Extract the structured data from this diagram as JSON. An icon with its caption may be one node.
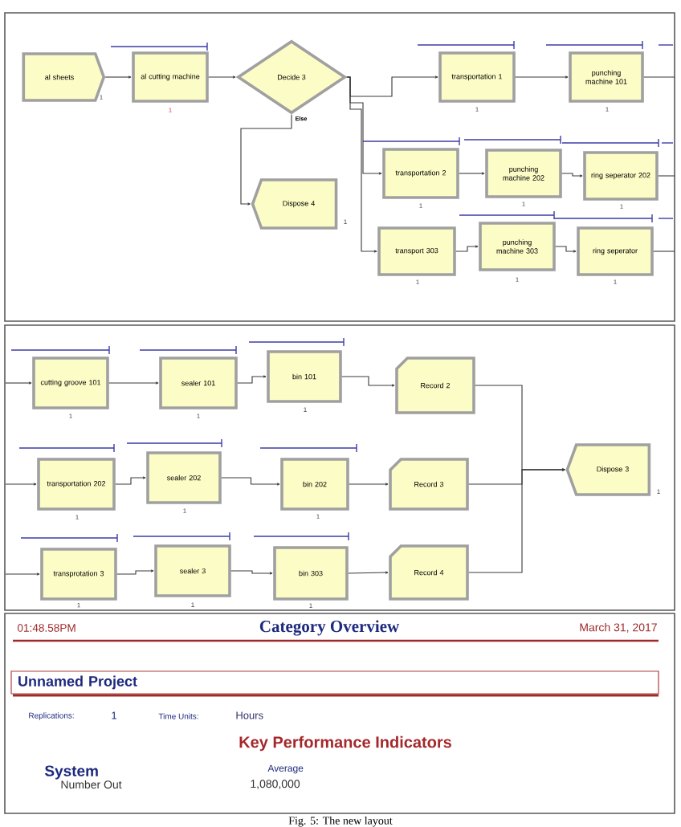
{
  "diagram": {
    "caption": "Fig. 5: The new layout",
    "nodes": [
      {
        "text": [
          "al sheets"
        ],
        "beside": [
          "1"
        ]
      },
      {
        "text": [
          "al cutting machine"
        ],
        "beside": [
          "1"
        ]
      },
      {
        "text": [
          "Decide 3"
        ]
      },
      {
        "text": [
          "transportation 1"
        ],
        "beside": [
          "1"
        ]
      },
      {
        "text": [
          "punching machine 101"
        ],
        "beside": [
          "1"
        ]
      },
      {
        "text": [
          "Dispose 4"
        ],
        "beside": [
          "1"
        ]
      },
      {
        "text": [
          "transportation 2"
        ],
        "beside": [
          "1"
        ]
      },
      {
        "text": [
          "punching machine 202"
        ],
        "beside": [
          "1"
        ]
      },
      {
        "text": [
          "ring seperator 202"
        ],
        "beside": [
          "1"
        ]
      },
      {
        "text": [
          "transport 303"
        ],
        "beside": [
          "1"
        ]
      },
      {
        "text": [
          "punching machine 303"
        ],
        "beside": [
          "1"
        ]
      },
      {
        "text": [
          "ring seperator"
        ],
        "beside": [
          "1"
        ]
      },
      {
        "text": [
          "cutting groove 101"
        ],
        "beside": [
          "1"
        ]
      },
      {
        "text": [
          "sealer 101"
        ],
        "beside": [
          "1"
        ]
      },
      {
        "text": [
          "bin 101"
        ],
        "beside": [
          "1"
        ]
      },
      {
        "text": [
          "Record 2"
        ]
      },
      {
        "text": [
          "transportation 202"
        ],
        "beside": [
          "1"
        ]
      },
      {
        "text": [
          "sealer 202"
        ],
        "beside": [
          "1"
        ]
      },
      {
        "text": [
          "bin 202"
        ],
        "beside": [
          "1"
        ]
      },
      {
        "text": [
          "Record 3"
        ]
      },
      {
        "text": [
          "Dispose 3"
        ],
        "beside": [
          "1"
        ]
      },
      {
        "text": [
          "transprotation 3"
        ],
        "beside": [
          "1"
        ]
      },
      {
        "text": [
          "sealer 3"
        ],
        "beside": [
          "1"
        ]
      },
      {
        "text": [
          "bin 303"
        ],
        "beside": [
          "1"
        ]
      },
      {
        "text": [
          "Record 4"
        ]
      },
      {
        "text": [
          "Unnamed Project"
        ]
      }
    ],
    "edges": [
      {
        "from": 0,
        "to": 1,
        "arrow": "to"
      },
      {
        "from": 1,
        "to": 2,
        "arrow": "to"
      },
      {
        "from": 2,
        "to": 3,
        "arrow": "to"
      },
      {
        "from": 2,
        "to": 6,
        "arrow": "to"
      },
      {
        "from": 2,
        "to": 9,
        "arrow": "to"
      },
      {
        "from": 2,
        "to": 5,
        "arrow": "to",
        "label": "Else"
      },
      {
        "from": 3,
        "to": 4,
        "arrow": "to"
      },
      {
        "from": 4,
        "to": null,
        "arrow": "none"
      },
      {
        "from": 6,
        "to": 7,
        "arrow": "to"
      },
      {
        "from": 7,
        "to": 8,
        "arrow": "to"
      },
      {
        "from": 8,
        "to": null,
        "arrow": "none"
      },
      {
        "from": 9,
        "to": 10,
        "arrow": "to"
      },
      {
        "from": 10,
        "to": 11,
        "arrow": "to"
      },
      {
        "from": 11,
        "to": null,
        "arrow": "none"
      },
      {
        "from": null,
        "to": 12,
        "arrow": "to"
      },
      {
        "from": 12,
        "to": 13,
        "arrow": "to"
      },
      {
        "from": 13,
        "to": 14,
        "arrow": "to"
      },
      {
        "from": 14,
        "to": 15,
        "arrow": "to"
      },
      {
        "from": null,
        "to": 16,
        "arrow": "to"
      },
      {
        "from": 16,
        "to": 17,
        "arrow": "to"
      },
      {
        "from": 17,
        "to": 18,
        "arrow": "to"
      },
      {
        "from": 18,
        "to": 19,
        "arrow": "to"
      },
      {
        "from": null,
        "to": 21,
        "arrow": "to"
      },
      {
        "from": 21,
        "to": 22,
        "arrow": "to"
      },
      {
        "from": 22,
        "to": 23,
        "arrow": "to"
      },
      {
        "from": 23,
        "to": 24,
        "arrow": "to"
      },
      {
        "from": 15,
        "to": 20,
        "arrow": "to"
      },
      {
        "from": 19,
        "to": 20,
        "arrow": "to"
      },
      {
        "from": 24,
        "to": 20,
        "arrow": "to"
      }
    ],
    "labels": [
      "01:48.58PM",
      "Category Overview",
      "March 31, 2017",
      "Replications:",
      "1",
      "Time Units:",
      "Hours",
      "Key Performance Indicators",
      "System",
      "Average",
      "Number Out",
      "1,080,000"
    ]
  }
}
